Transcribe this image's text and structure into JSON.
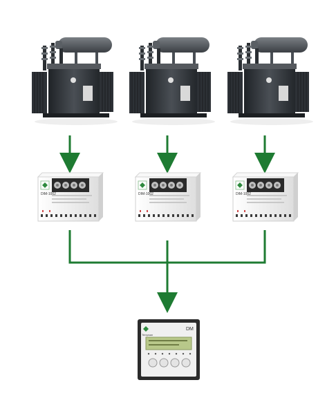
{
  "colors": {
    "line": "#1e7b32",
    "transformer_body": "#3c4045",
    "transformer_tank": "#2a2e33",
    "relay_case": "#f2f2f2",
    "display_bezel": "#2b2b2b",
    "lcd": "#b8c88a"
  },
  "transformers": [
    {
      "icon": "power-transformer-icon"
    },
    {
      "icon": "power-transformer-icon"
    },
    {
      "icon": "power-transformer-icon"
    }
  ],
  "relays": [
    {
      "icon": "monitoring-relay-icon",
      "model": "DIM-1002"
    },
    {
      "icon": "monitoring-relay-icon",
      "model": "DIM-1002"
    },
    {
      "icon": "monitoring-relay-icon",
      "model": "DIM-1002"
    }
  ],
  "display": {
    "icon": "display-panel-icon",
    "brand": "Tempsan",
    "model": "DM"
  }
}
